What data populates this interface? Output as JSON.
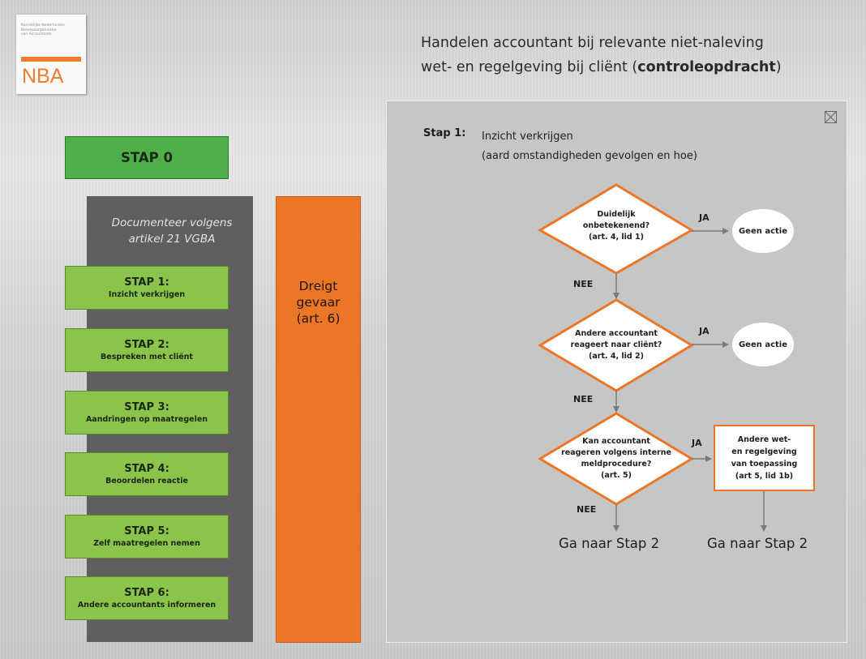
{
  "header": {
    "title_line1": "Handelen accountant bij relevante niet-naleving",
    "title_line2_prefix": "wet- en regelgeving bij cliënt (",
    "title_line2_bold": "controleopdracht",
    "title_line2_suffix": ")"
  },
  "logo": {
    "text": "NBA",
    "small_lines": [
      "Koninklijke Nederlandse",
      "Beroepsorganisatie",
      "van Accountants"
    ]
  },
  "left": {
    "stap0": "STAP 0",
    "document_note": [
      "Documenteer volgens",
      "artikel 21 VGBA"
    ],
    "steps": [
      {
        "title": "STAP 1:",
        "subtitle": "Inzicht verkrijgen"
      },
      {
        "title": "STAP 2:",
        "subtitle": "Bespreken met cliënt"
      },
      {
        "title": "STAP 3:",
        "subtitle": "Aandringen op maatregelen"
      },
      {
        "title": "STAP 4:",
        "subtitle": "Beoordelen reactie"
      },
      {
        "title": "STAP 5:",
        "subtitle": "Zelf maatregelen nemen"
      },
      {
        "title": "STAP 6:",
        "subtitle": "Andere accountants informeren"
      }
    ],
    "danger": [
      "Dreigt",
      "gevaar",
      "(art. 6)"
    ]
  },
  "panel": {
    "step_label": "Stap 1:",
    "step_title": "Inzicht verkrijgen",
    "step_subtitle": "(aard omstandigheden gevolgen en hoe)",
    "decisions": [
      {
        "lines": [
          "Duidelijk",
          "onbetekenend?",
          "(art. 4, lid 1)"
        ]
      },
      {
        "lines": [
          "Andere accountant",
          "reageert naar cliënt?",
          "(art. 4, lid 2)"
        ]
      },
      {
        "lines": [
          "Kan accountant",
          "reageren volgens interne",
          "meldprocedure?",
          "(art. 5)"
        ]
      }
    ],
    "yes_label": "JA",
    "no_label": "NEE",
    "outcome1": "Geen actie",
    "outcome2": "Geen actie",
    "box_lines": [
      "Andere wet-",
      "en regelgeving",
      "van toepassing",
      "(art 5, lid 1b)"
    ],
    "goto_left": "Ga naar Stap 2",
    "goto_right": "Ga naar Stap 2"
  },
  "colors": {
    "green_dark": "#4fb04a",
    "green_light": "#8bc44a",
    "orange": "#ed7626",
    "gray_column": "#5f5e60",
    "panel_bg": "#c6c6c6"
  }
}
